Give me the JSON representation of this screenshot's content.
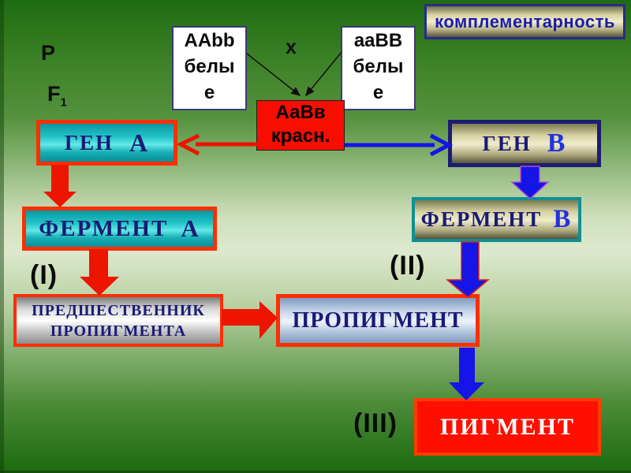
{
  "slide": {
    "title": "комплементарность",
    "generation": {
      "p": "P",
      "f": "F",
      "f_sub": "1"
    },
    "cross": {
      "parent_a": {
        "lines": [
          "AAbb",
          "белы",
          "е"
        ]
      },
      "sign": "х",
      "parent_b": {
        "lines": [
          "aaBB",
          "белы",
          "е"
        ]
      },
      "offspring": {
        "lines": [
          "АаВв",
          "красн."
        ]
      }
    },
    "pathway": {
      "gene_a": {
        "word": "ГЕН",
        "letter": "А"
      },
      "gene_b": {
        "word": "ГЕН",
        "letter": "В"
      },
      "enzyme_a": {
        "word": "ФЕРМЕНТ",
        "letter": "А"
      },
      "enzyme_b": {
        "word": "ФЕРМЕНТ",
        "letter": "В"
      },
      "precursor": "ПРЕДШЕСТВЕННИК ПРОПИГМЕНТА",
      "propigment": "ПРОПИГМЕНТ",
      "pigment": "ПИГМЕНТ"
    },
    "steps": {
      "one": "(I)",
      "two": "(II)",
      "three": "(III)"
    },
    "palette": {
      "background_top": "#1e6b11",
      "background_middle": "#dde9ce",
      "background_bottom": "#1c6a0e",
      "red_accent": "#fb2f00",
      "blue_accent": "#1515e8",
      "teal_fill": "#22c4c8",
      "khaki_fill": "#efeccb",
      "navy_text": "#1b1b74",
      "bright_blue_letter": "#2233dd",
      "offspring_red": "#f90d00",
      "pigment_red": "#fe0f00"
    }
  }
}
